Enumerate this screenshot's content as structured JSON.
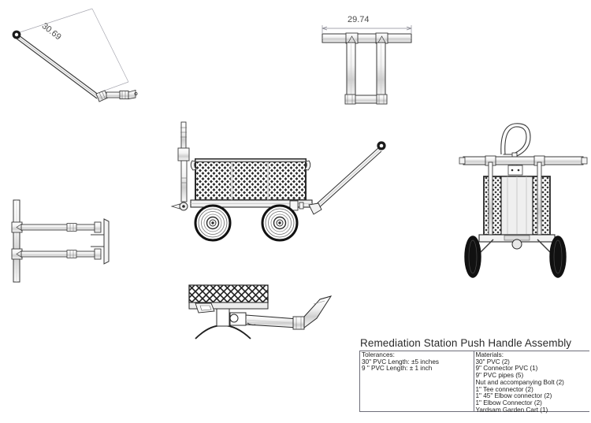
{
  "title_block": {
    "title": "Remediation Station Push Handle Assembly",
    "tolerances": {
      "heading": "Tolerances:",
      "lines": [
        "30\" PVC Length: ±5 inches",
        "9 \" PVC Length: ± 1 inch"
      ]
    },
    "materials": {
      "heading": "Materials:",
      "lines": [
        "30\" PVC (2)",
        "9\" Connector PVC (1)",
        "9\" PVC pipes (5)",
        "Nut and accompanying Bolt (2)",
        "1\" Tee connector (2)",
        "1\" 45\" Elbow connector (2)",
        "1\" Elbow Connector (2)",
        "Yardsam Garden Cart (1)"
      ]
    }
  },
  "dimensions": {
    "isometric_length": "30.69",
    "top_width": "29.74"
  },
  "views": {
    "isometric": "isometric-handle-view",
    "top": "top-frame-view",
    "side": "side-cart-assembly-view",
    "rear": "rear-cart-view",
    "plan": "plan-handle-view",
    "detail": "detail-hitch-view"
  },
  "colors": {
    "line": "#3a3a3a",
    "dim_line": "#8a8a94",
    "table_border": "#6e6e7a",
    "mesh_dark": "#1a1a1a",
    "tire": "#111111"
  }
}
